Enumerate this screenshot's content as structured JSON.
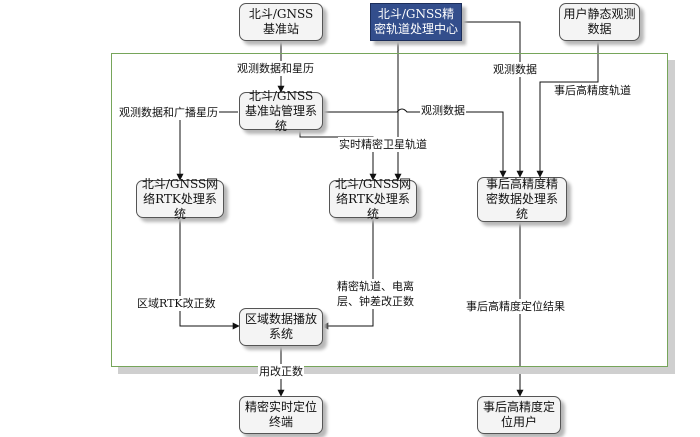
{
  "nodes": {
    "bds_base_station": "北斗/GNSS基准站",
    "precise_orbit_center": "北斗/GNSS精密轨道处理中心",
    "user_static_obs": "用户静态观测数据",
    "base_station_mgmt": "北斗/GNSS基准站管理系统",
    "rtk_system_left": "北斗/GNSS网络RTK处理系统",
    "rtk_system_mid": "北斗/GNSS网络RTK处理系统",
    "postproc_system": "事后高精度精密数据处理系统",
    "regional_broadcast": "区域数据播放系统",
    "rt_terminal": "精密实时定位终端",
    "postproc_user": "事后高精度定位用户"
  },
  "edge_labels": {
    "obs_and_ephemeris": "观测数据和星历",
    "obs_and_broadcast_ephemeris": "观测数据和广播星历",
    "obs_data_center": "观测数据",
    "obs_data_right": "观测数据",
    "post_orbit": "事后高精度轨道",
    "realtime_orbit": "实时精密卫星轨道",
    "regional_rtk_corr": "区域RTK改正数",
    "precise_corr": "精密轨道、电离层、钟差改正数",
    "post_result": "事后高精度定位结果",
    "user_corr": "用改正数"
  },
  "colors": {
    "highlight_node": "#334e8c",
    "region_border": "#76a55a",
    "line": "#111111"
  }
}
